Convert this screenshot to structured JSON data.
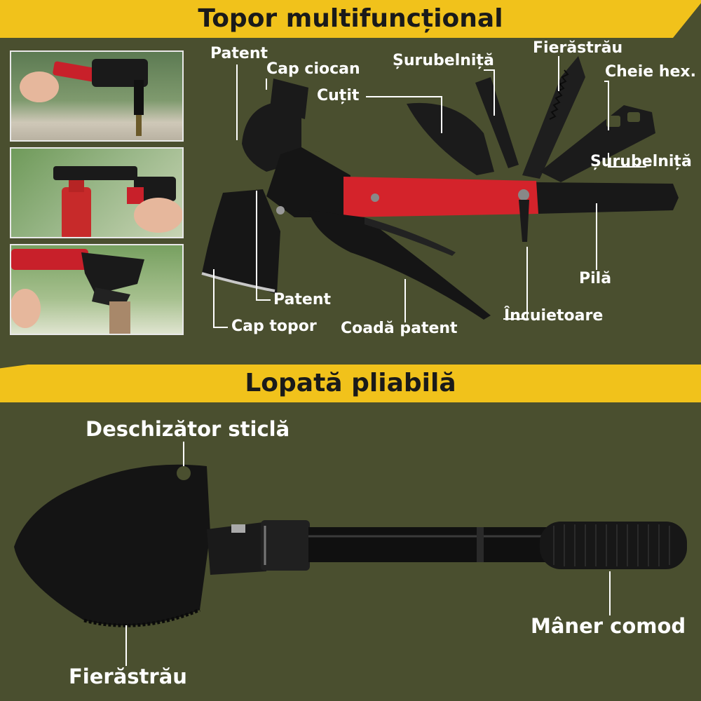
{
  "sections": {
    "axe_title": "Topor multifuncțional",
    "shovel_title": "Lopată pliabilă"
  },
  "axe_labels": {
    "patent_top": "Patent",
    "cap_ciocan": "Cap ciocan",
    "surubelnita_1": "Șurubelniță",
    "cutit": "Cuțit",
    "ferastrau": "Fierăstrău",
    "cheie_hex": "Cheie hex.",
    "surubelnita_2": "Șurubelniță",
    "pila": "Pilă",
    "patent_bottom": "Patent",
    "cap_topor": "Cap topor",
    "coada_patent": "Coadă patent",
    "incuietoare": "Încuietoare"
  },
  "shovel_labels": {
    "deschizator": "Deschizător sticlă",
    "maner": "Mâner comod",
    "ferastrau": "Fierăstrău"
  },
  "colors": {
    "background": "#4a4f2f",
    "banner": "#f1c21b",
    "tool_red": "#d4232b",
    "tool_black": "#151515"
  }
}
